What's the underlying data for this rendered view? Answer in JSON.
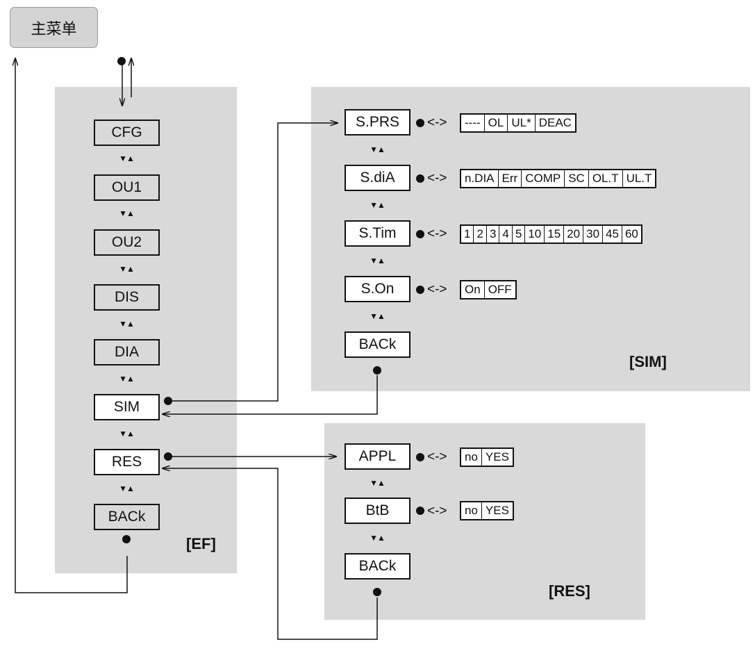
{
  "main_menu": "主菜单",
  "ef_panel": {
    "label": "[EF]",
    "items": [
      "CFG",
      "OU1",
      "OU2",
      "DIS",
      "DIA",
      "SIM",
      "RES",
      "BACk"
    ]
  },
  "sim_panel": {
    "label": "[SIM]",
    "rows": [
      {
        "name": "S.PRS",
        "options": [
          "----",
          "OL",
          "UL*",
          "DEAC"
        ]
      },
      {
        "name": "S.diA",
        "options": [
          "n.DIA",
          "Err",
          "COMP",
          "SC",
          "OL.T",
          "UL.T"
        ]
      },
      {
        "name": "S.Tim",
        "options": [
          "1",
          "2",
          "3",
          "4",
          "5",
          "10",
          "15",
          "20",
          "30",
          "45",
          "60"
        ]
      },
      {
        "name": "S.On",
        "options": [
          "On",
          "OFF"
        ]
      }
    ],
    "back": "BACk"
  },
  "res_panel": {
    "label": "[RES]",
    "rows": [
      {
        "name": "APPL",
        "options": [
          "no",
          "YES"
        ]
      },
      {
        "name": "BtB",
        "options": [
          "no",
          "YES"
        ]
      }
    ],
    "back": "BACk"
  },
  "symbols": {
    "updown": "▼▲",
    "double_arrow": "<->"
  }
}
